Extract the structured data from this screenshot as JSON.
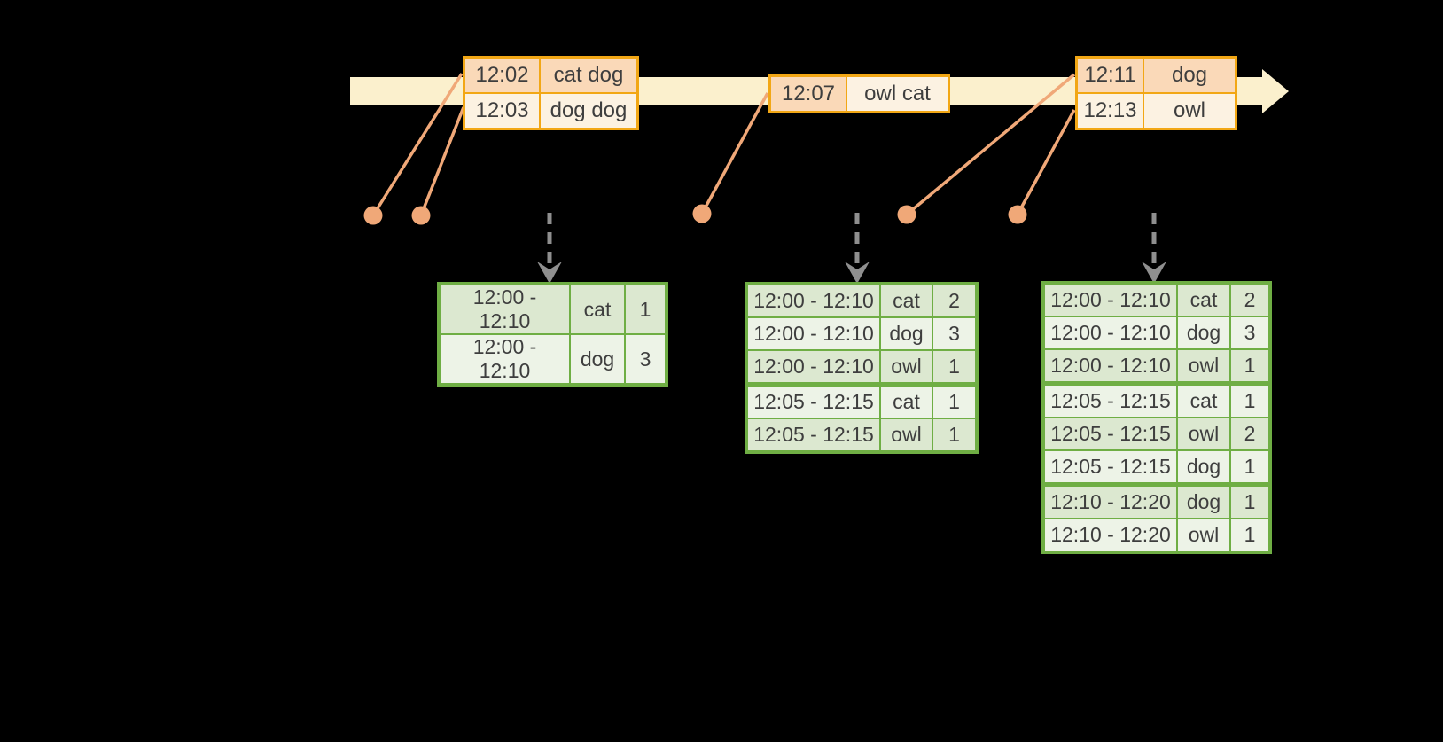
{
  "colors": {
    "background": "#000000",
    "timeline_fill": "#FBF0CD",
    "event_table_border": "#F2A715",
    "event_cell_peach": "#FAD9B8",
    "event_cell_cream": "#FCF2E2",
    "connector_salmon": "#F0A878",
    "dashed_arrow_gray": "#8F8F8F",
    "result_table_border": "#6FAE44",
    "result_cell_shaded": "#DCE8D0",
    "result_cell_plain": "#EDF3E7",
    "cell_text": "#3E3E3E"
  },
  "event_tables": [
    {
      "name": "event-table-1202",
      "rows": [
        {
          "time": "12:02",
          "words": "cat dog",
          "time_tone": "peach",
          "words_tone": "peach"
        },
        {
          "time": "12:03",
          "words": "dog dog",
          "time_tone": "cream",
          "words_tone": "cream"
        }
      ]
    },
    {
      "name": "event-table-1207",
      "rows": [
        {
          "time": "12:07",
          "words": "owl cat",
          "time_tone": "peach",
          "words_tone": "cream"
        }
      ]
    },
    {
      "name": "event-table-1211",
      "rows": [
        {
          "time": "12:11",
          "words": "dog",
          "time_tone": "peach",
          "words_tone": "peach"
        },
        {
          "time": "12:13",
          "words": "owl",
          "time_tone": "cream",
          "words_tone": "cream"
        }
      ]
    }
  ],
  "result_tables": [
    {
      "name": "result-table-1",
      "group_breaks": [],
      "rows": [
        [
          "12:00 - 12:10",
          "cat",
          "1"
        ],
        [
          "12:00 - 12:10",
          "dog",
          "3"
        ]
      ]
    },
    {
      "name": "result-table-2",
      "group_breaks": [
        2
      ],
      "rows": [
        [
          "12:00 - 12:10",
          "cat",
          "2"
        ],
        [
          "12:00 - 12:10",
          "dog",
          "3"
        ],
        [
          "12:00 - 12:10",
          "owl",
          "1"
        ],
        [
          "12:05 - 12:15",
          "cat",
          "1"
        ],
        [
          "12:05 - 12:15",
          "owl",
          "1"
        ]
      ]
    },
    {
      "name": "result-table-3",
      "group_breaks": [
        2,
        5
      ],
      "rows": [
        [
          "12:00 - 12:10",
          "cat",
          "2"
        ],
        [
          "12:00 - 12:10",
          "dog",
          "3"
        ],
        [
          "12:00 - 12:10",
          "owl",
          "1"
        ],
        [
          "12:05 - 12:15",
          "cat",
          "1"
        ],
        [
          "12:05 - 12:15",
          "owl",
          "2"
        ],
        [
          "12:05 - 12:15",
          "dog",
          "1"
        ],
        [
          "12:10 - 12:20",
          "dog",
          "1"
        ],
        [
          "12:10 - 12:20",
          "owl",
          "1"
        ]
      ]
    }
  ]
}
